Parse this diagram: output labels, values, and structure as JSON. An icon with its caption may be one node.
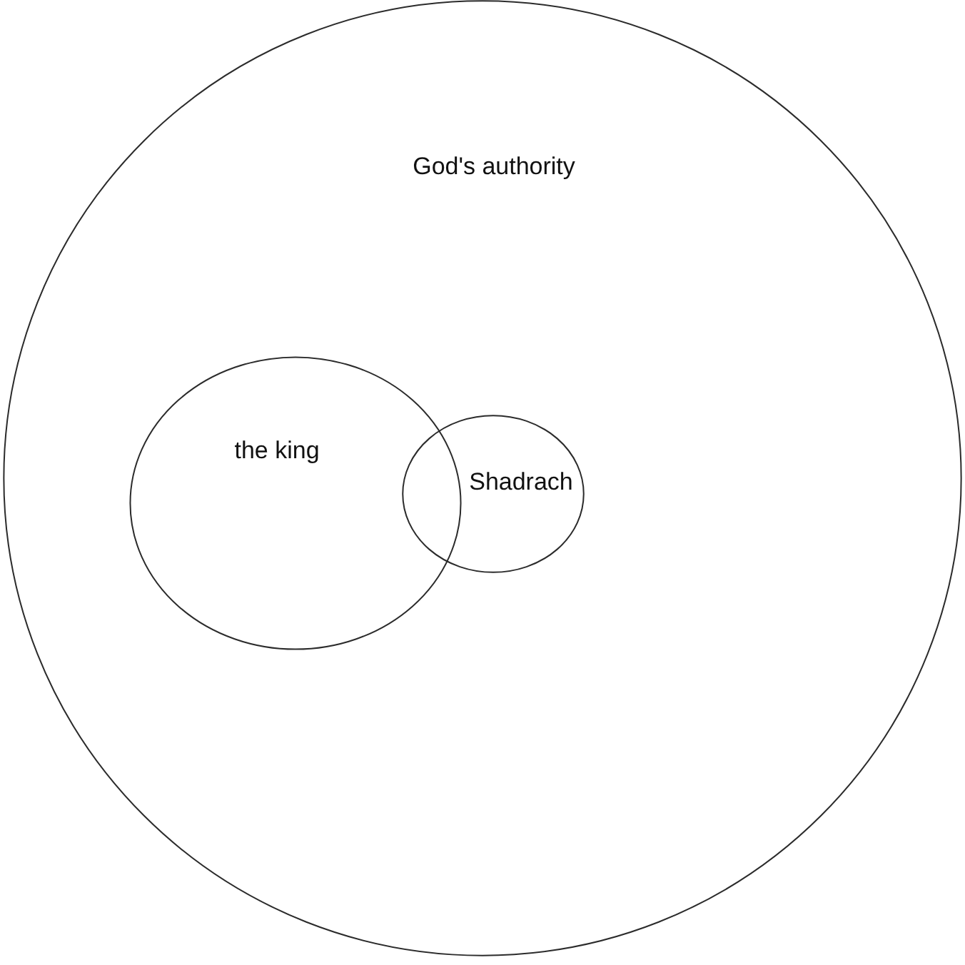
{
  "diagram": {
    "nodes": [
      {
        "text": [
          "God's authority"
        ]
      },
      {
        "text": [
          "the king"
        ],
        "in": 0
      },
      {
        "text": [
          "Shadrach"
        ],
        "in": 0
      }
    ]
  }
}
